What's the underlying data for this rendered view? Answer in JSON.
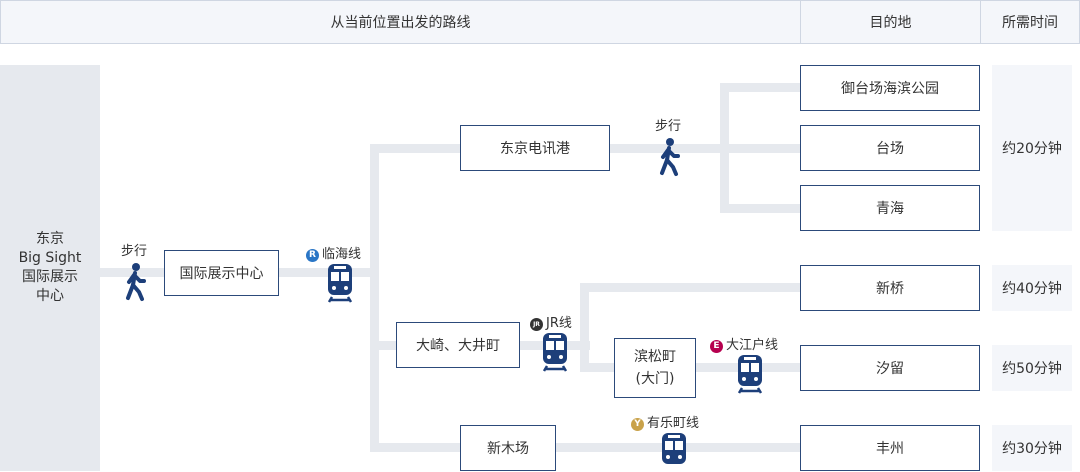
{
  "header": {
    "route": "从当前位置出发的路线",
    "destination": "目的地",
    "time": "所需时间"
  },
  "origin": {
    "name": "东京 Big Sight 国际展示中心",
    "lines": [
      "东京",
      "Big Sight",
      "国际展示",
      "中心"
    ]
  },
  "walk_label": "步行",
  "stations": {
    "kokusai": "国际展示中心",
    "tokyo_teleport": "东京电讯港",
    "osaki_oimachi": "大崎、大井町",
    "hamamatsucho": "滨松町\n(大门)",
    "shinkiba": "新木场"
  },
  "lines": {
    "rinkai": {
      "name": "临海线",
      "badge": "R",
      "color": "#2a76c6"
    },
    "jr": {
      "name": "JR线",
      "badge": "JR",
      "color": "#333333"
    },
    "oedo": {
      "name": "大江户线",
      "badge": "E",
      "color": "#b6004f"
    },
    "yurakucho": {
      "name": "有乐町线",
      "badge": "Y",
      "color": "#c9a24a"
    }
  },
  "destinations": [
    "御台场海滨公园",
    "台场",
    "青海",
    "新桥",
    "汐留",
    "丰州"
  ],
  "times": [
    "约20分钟",
    "约40分钟",
    "约50分钟",
    "约30分钟"
  ],
  "colors": {
    "icon": "#1d3f7a",
    "border": "#2c4a7a",
    "line": "#e6e9ee"
  }
}
